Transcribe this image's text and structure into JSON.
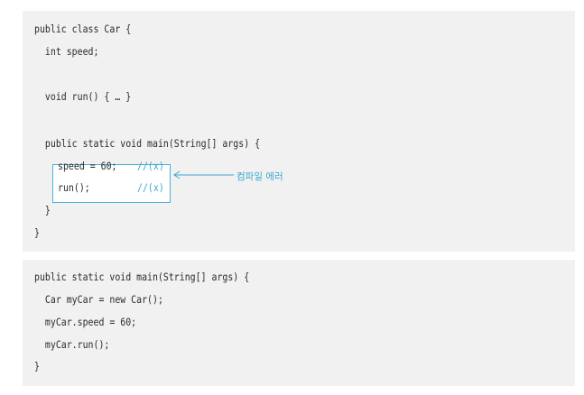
{
  "block1": {
    "lines": [
      "public class Car {",
      "  int speed;",
      "  void run() { … }",
      "  public static void main(String[] args) {",
      "  }",
      "}"
    ],
    "highlighted": [
      {
        "code": "speed = 60;",
        "comment": "//(x)"
      },
      {
        "code": "run();",
        "comment": "//(x)"
      }
    ],
    "annotation": "컴파일 에러"
  },
  "block2": {
    "lines": [
      "public static void main(String[] args) {",
      "  Car myCar = new Car();",
      "  myCar.speed = 60;",
      "  myCar.run();",
      "}"
    ]
  },
  "colors": {
    "panel_bg": "#f1f1f2",
    "accent": "#45b3d3",
    "text": "#2a2a2a"
  }
}
